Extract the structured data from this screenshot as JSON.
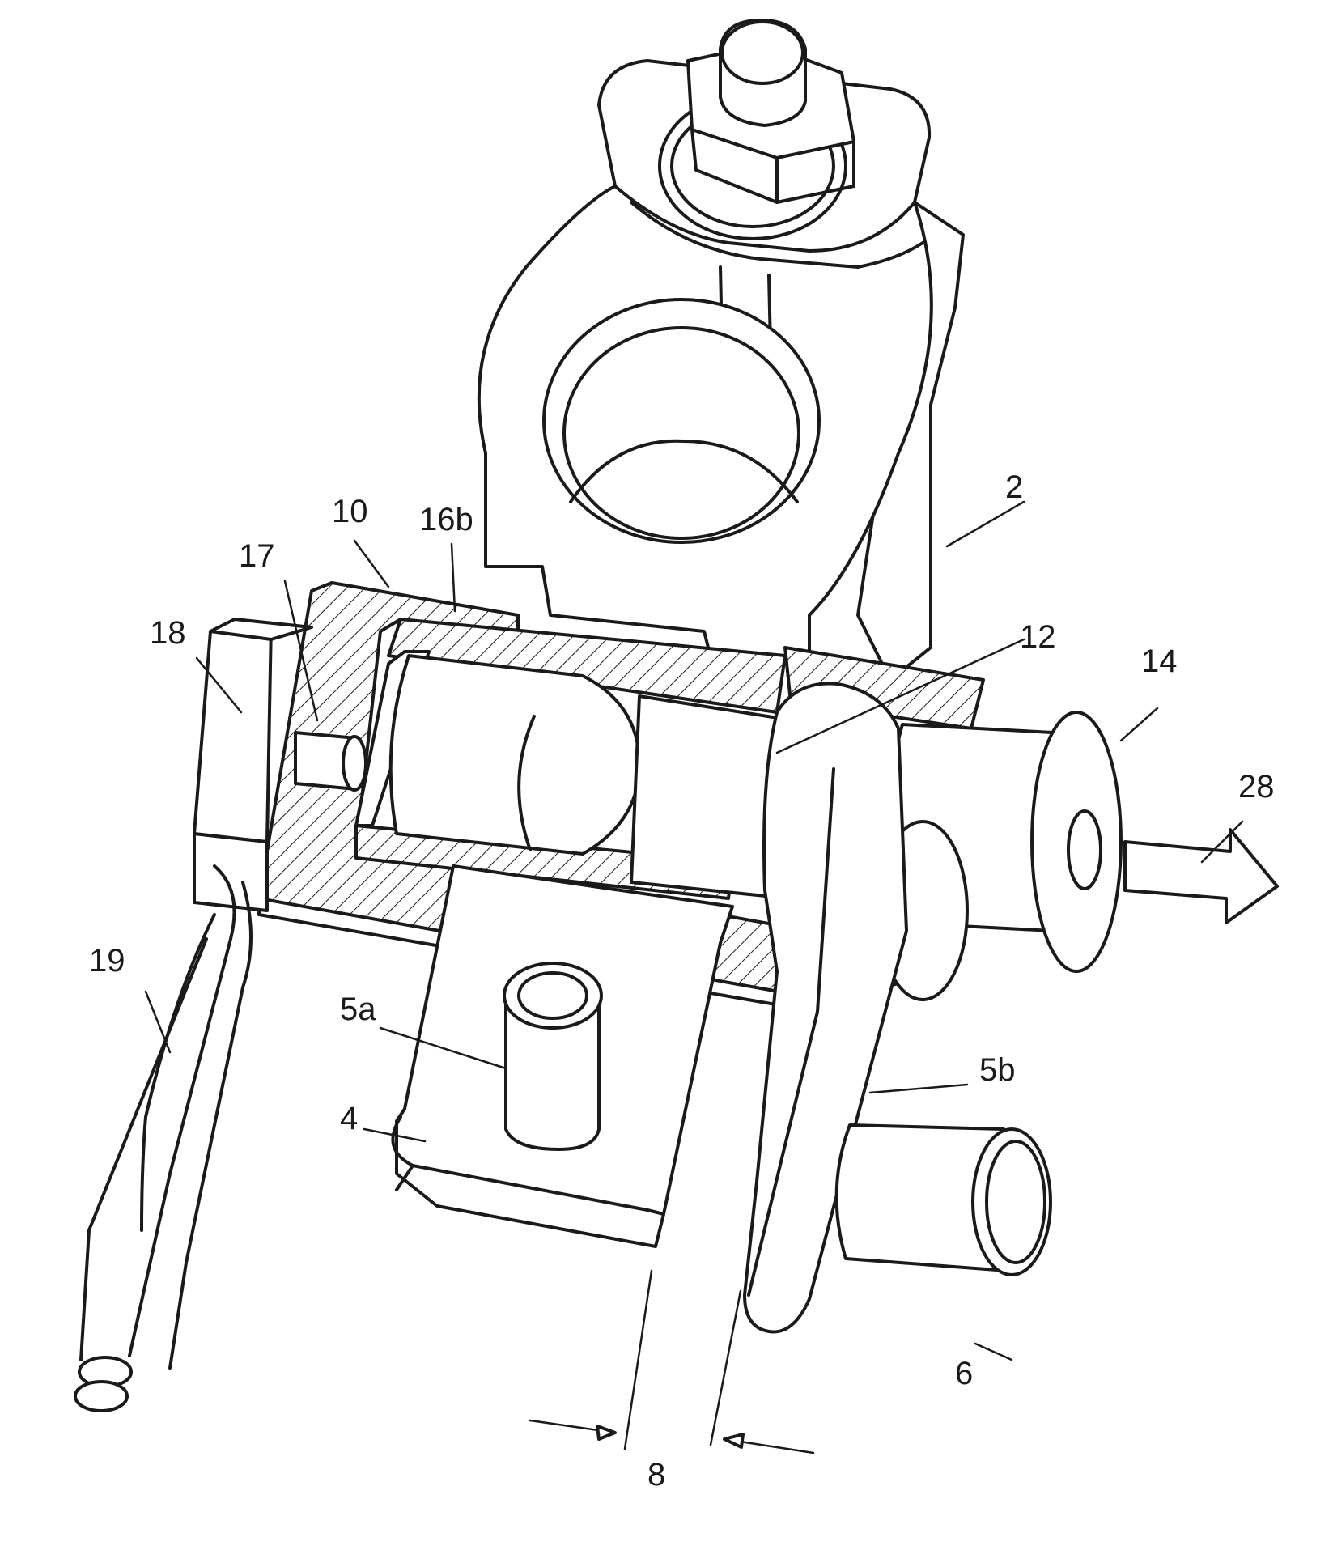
{
  "labels": {
    "clamp": "2",
    "plate": "4",
    "pin_a": "5a",
    "pin_b": "5b",
    "lever": "6",
    "gap": "8",
    "housing": "10",
    "cylinder": "12",
    "cap": "14",
    "piston": "16b",
    "stem": "17",
    "block": "18",
    "cable": "19",
    "direction": "28"
  },
  "colors": {
    "line": "#1a1a1a",
    "background": "#ffffff"
  }
}
